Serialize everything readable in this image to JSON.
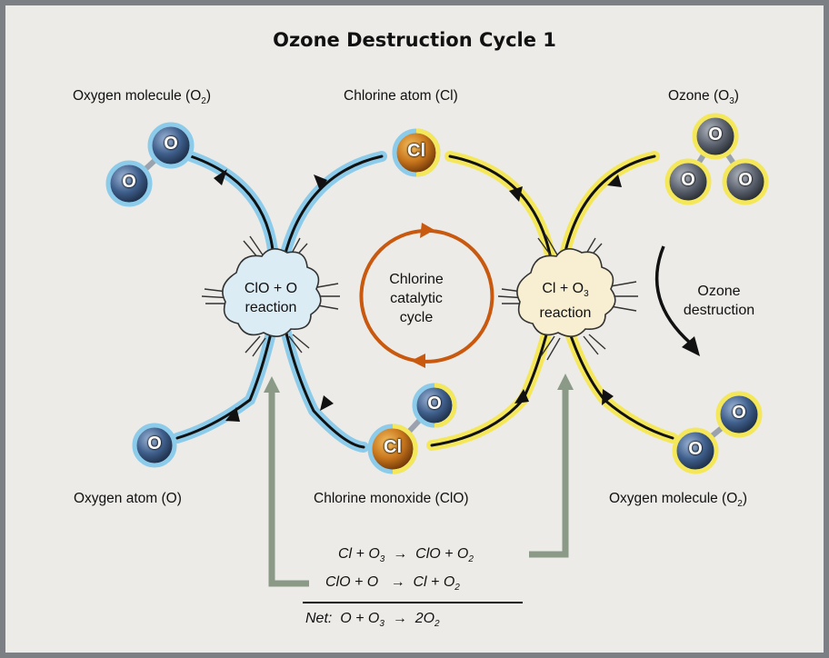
{
  "title": "Ozone Destruction Cycle 1",
  "labels": {
    "oxygen_molecule_top": "Oxygen molecule (O",
    "oxygen_molecule_top_sub": "2",
    "chlorine_atom": "Chlorine atom (Cl)",
    "ozone": "Ozone (O",
    "ozone_sub": "3",
    "oxygen_atom": "Oxygen atom (O)",
    "chlorine_monoxide": "Chlorine monoxide (ClO)",
    "oxygen_molecule_bottom": "Oxygen molecule (O",
    "oxygen_molecule_bottom_sub": "2"
  },
  "reactions": {
    "left_line1": "ClO + O",
    "left_line2": "reaction",
    "right_line1_a": "Cl + O",
    "right_line1_sub": "3",
    "right_line2": "reaction"
  },
  "cycle_label": [
    "Chlorine",
    "catalytic",
    "cycle"
  ],
  "destruction_label": [
    "Ozone",
    "destruction"
  ],
  "atoms": {
    "o": "O",
    "cl": "Cl"
  },
  "equations": {
    "eq1": {
      "a": "Cl + O",
      "a_sub": "3",
      "arrow": "→",
      "b": "ClO + O",
      "b_sub": "2"
    },
    "eq2": {
      "a": "ClO + O",
      "arrow": "→",
      "b": "Cl + O",
      "b_sub": "2"
    },
    "net": {
      "prefix": "Net:",
      "a": "O + O",
      "a_sub": "3",
      "arrow": "→",
      "b": "2O",
      "b_sub": "2"
    }
  },
  "colors": {
    "blue_track": "#8ccbea",
    "yellow_track": "#f5e75a",
    "cycle_orange": "#c8590f",
    "feedback_gray": "#8a9a87",
    "oxygen_ball": "#3f5f8c",
    "chlorine_ball": "#c9771d",
    "ozone_ball": "#5d6470"
  }
}
